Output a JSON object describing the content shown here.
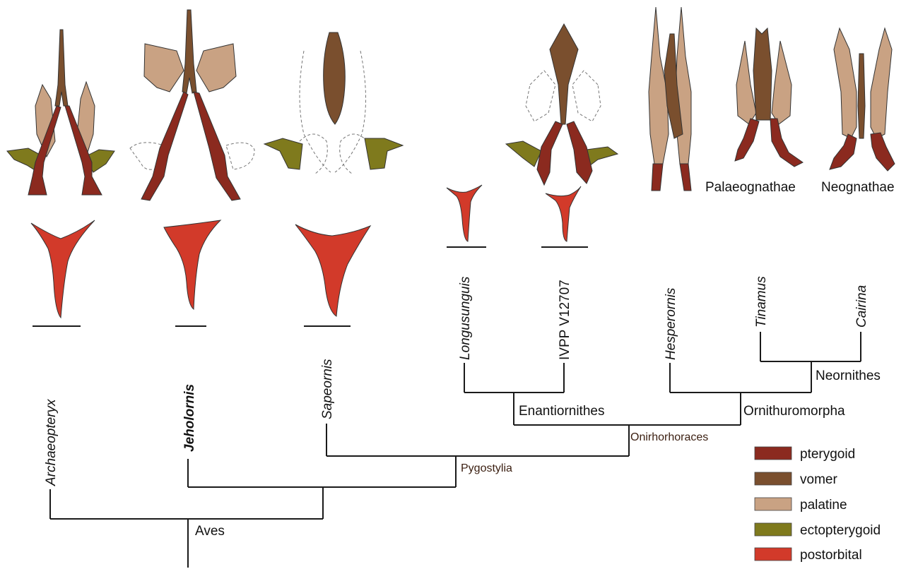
{
  "taxa": {
    "archaeopteryx": "Archaeopteryx",
    "jeholornis": "Jeholornis",
    "sapeornis": "Sapeornis",
    "longusunguis": "Longusunguis",
    "ivpp": "IVPP V12707",
    "hesperornis": "Hesperornis",
    "tinamus": "Tinamus",
    "cairina": "Cairina"
  },
  "clades": {
    "aves": "Aves",
    "pygostylia": "Pygostylia",
    "onirhorhoraces": "Onirhorhoraces",
    "enantiornithes": "Enantiornithes",
    "ornithuromorpha": "Ornithuromorpha",
    "neornithes": "Neornithes"
  },
  "palate_labels": {
    "palaeognathae": "Palaeognathae",
    "neognathae": "Neognathae"
  },
  "legend": [
    {
      "label": "pterygoid",
      "color": "#8b2a1f"
    },
    {
      "label": "vomer",
      "color": "#7a4f2e"
    },
    {
      "label": "palatine",
      "color": "#c9a283"
    },
    {
      "label": "ectopterygoid",
      "color": "#7f7a1d"
    },
    {
      "label": "postorbital",
      "color": "#d23a2a"
    }
  ]
}
